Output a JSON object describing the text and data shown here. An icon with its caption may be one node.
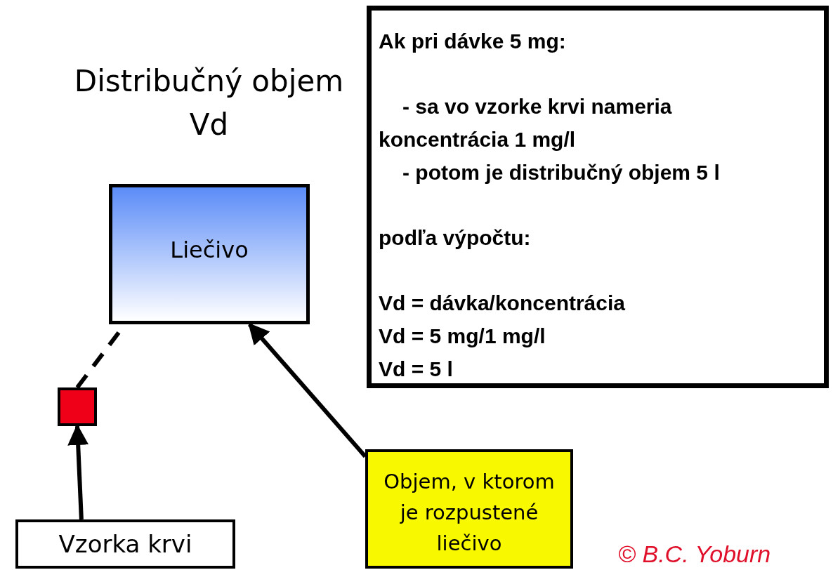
{
  "diagram": {
    "title": "Distribučný objem Vd",
    "nodes": [
      {
        "text": [
          "Liečivo"
        ]
      },
      {
        "text": [],
        "shape": "box"
      },
      {
        "text": [
          "Vzorka krvi"
        ]
      },
      {
        "text": [
          "Objem, v ktorom je rozpustené liečivo"
        ]
      },
      {
        "text": [
          "Ak pri dávke 5 mg:",
          "- sa vo vzorke krvi nameria koncentrácia 1 mg/l",
          "- potom je distribučný objem 5 l",
          "podľa výpočtu:",
          "Vd = dávka/koncentrácia",
          "Vd = 5 mg/1 mg/l",
          "Vd = 5 l"
        ]
      }
    ],
    "edges": [
      {
        "from": 1,
        "to": 0,
        "arrow": "none",
        "style": "dashed"
      },
      {
        "from": 2,
        "to": 1,
        "arrow": "to"
      },
      {
        "from": 3,
        "to": 0,
        "arrow": "to"
      }
    ],
    "labels": [
      "© B.C. Yoburn"
    ]
  }
}
